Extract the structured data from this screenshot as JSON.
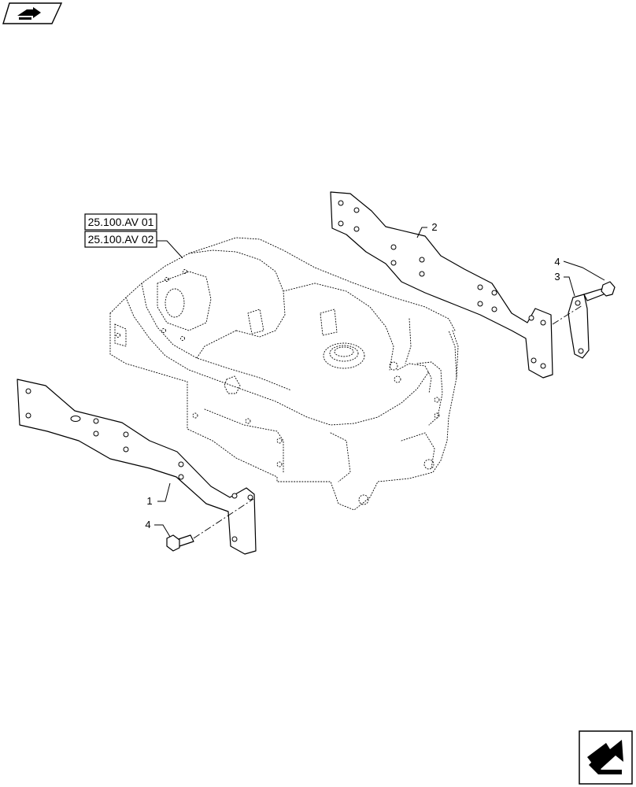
{
  "nav": {
    "prev_icon": "back-arrow-icon",
    "next_icon": "forward-arrow-icon"
  },
  "references": [
    {
      "label": "25.100.AV 01"
    },
    {
      "label": "25.100.AV 02"
    }
  ],
  "callouts": {
    "c1": "1",
    "c2": "2",
    "c3": "3",
    "c4a": "4",
    "c4b": "4"
  }
}
